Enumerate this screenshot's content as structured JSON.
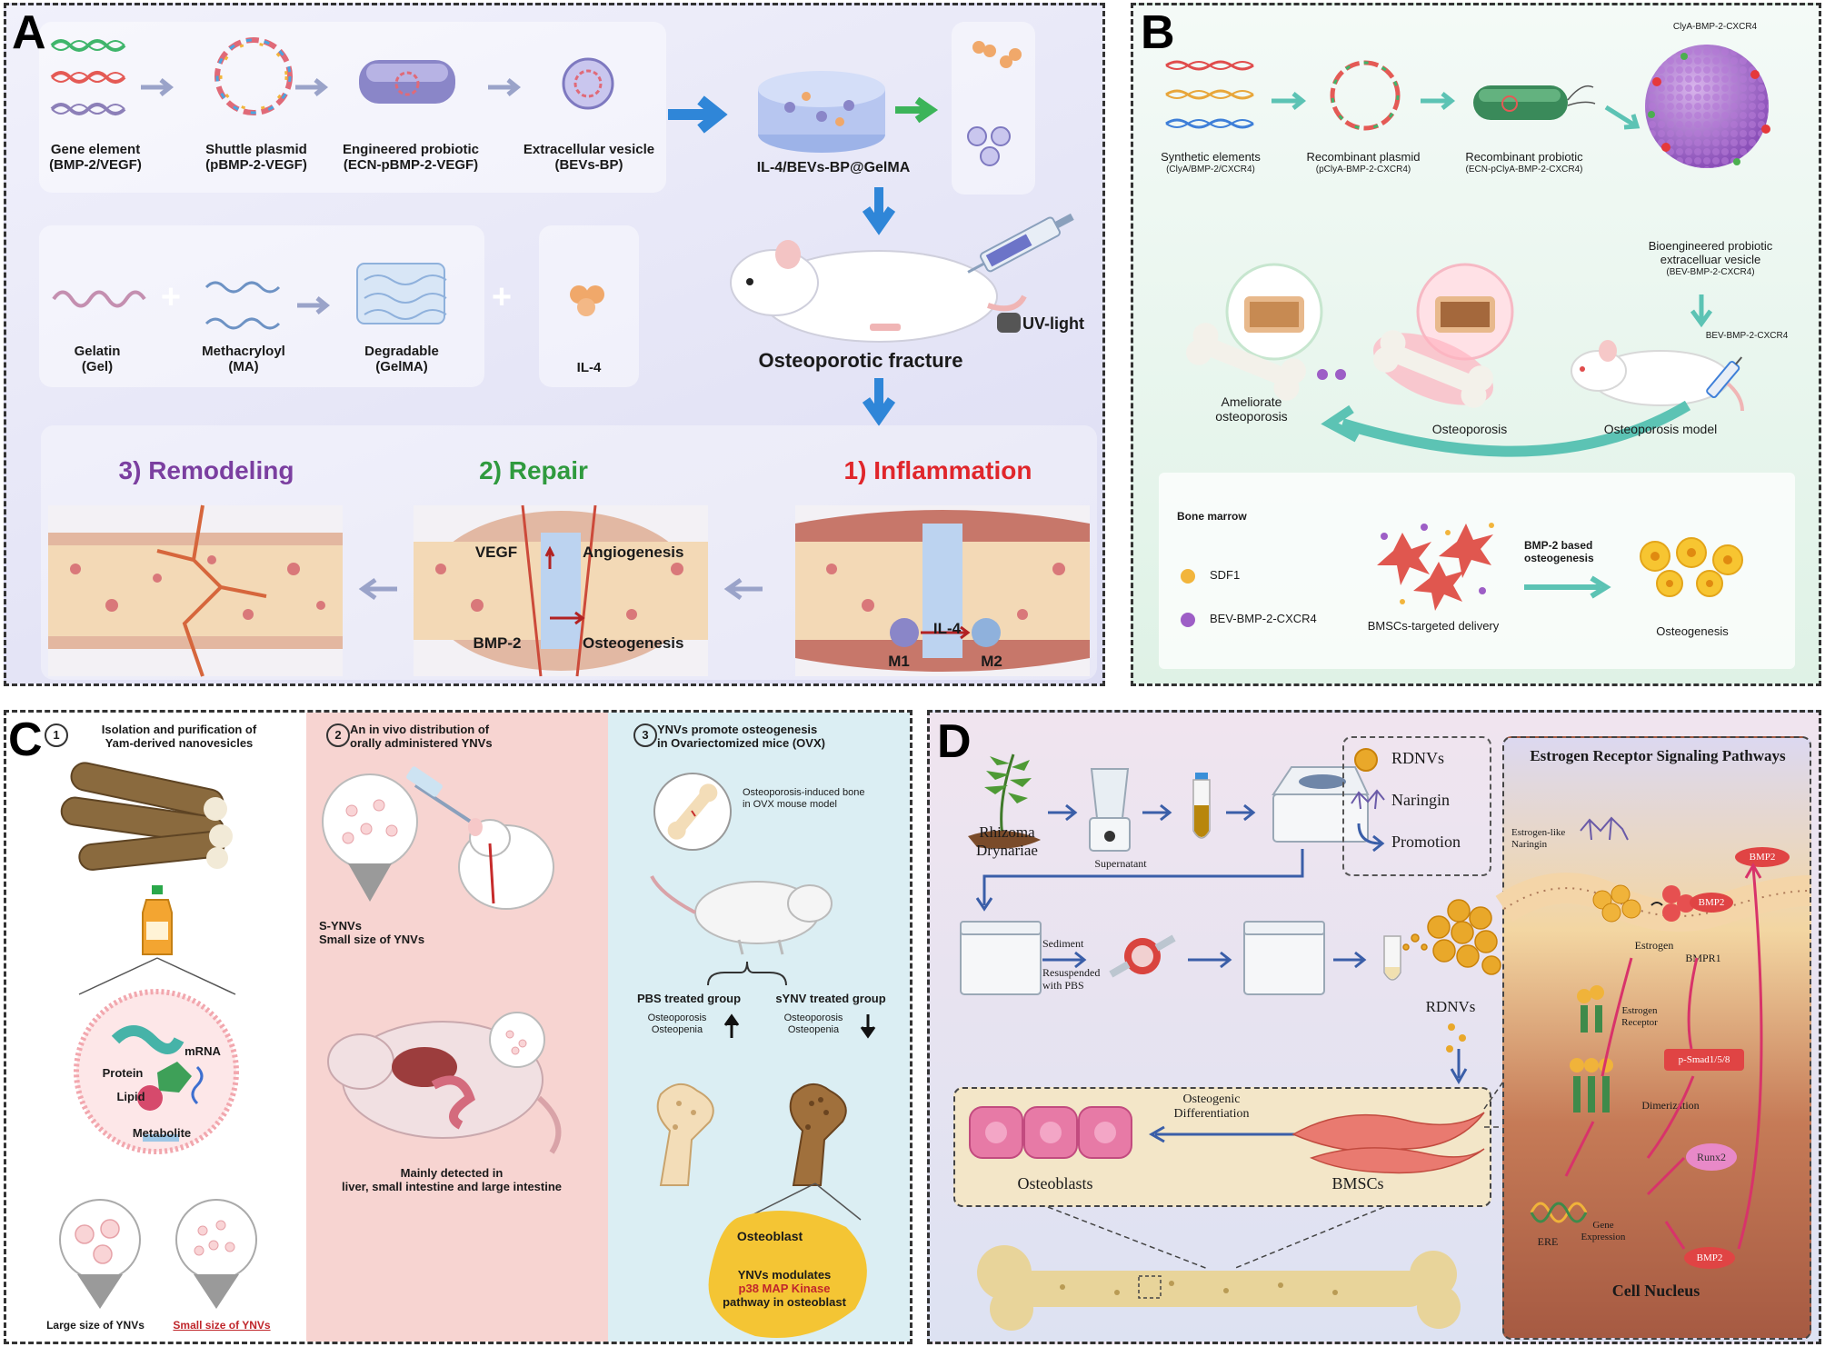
{
  "panels": {
    "a": {
      "letter": "A",
      "gene_element": [
        "Gene element",
        "(BMP-2/VEGF)"
      ],
      "shuttle_plasmid": [
        "Shuttle plasmid",
        "(pBMP-2-VEGF)"
      ],
      "engineered_probiotic": [
        "Engineered probiotic",
        "(ECN-pBMP-2-VEGF)"
      ],
      "extracellular_vesicle": [
        "Extracellular vesicle",
        "(BEVs-BP)"
      ],
      "hydrogel": "IL-4/BEVs-BP@GelMA",
      "gelatin": [
        "Gelatin",
        "(Gel)"
      ],
      "methacryloyl": [
        "Methacryloyl",
        "(MA)"
      ],
      "degradable": [
        "Degradable",
        "(GelMA)"
      ],
      "il4": "IL-4",
      "uv_light": "UV-light",
      "fracture": "Osteoporotic fracture",
      "stage3": "3) Remodeling",
      "stage2": "2) Repair",
      "stage1": "1) Inflammation",
      "vegf": "VEGF",
      "angiogenesis": "Angiogenesis",
      "bmp2": "BMP-2",
      "osteogenesis": "Osteogenesis",
      "m1": "M1",
      "il4_arrow": "IL-4",
      "m2": "M2"
    },
    "b": {
      "letter": "B",
      "synthetic": [
        "Synthetic elements",
        "(ClyA/BMP-2/CXCR4)"
      ],
      "recombinant_plasmid": [
        "Recombinant plasmid",
        "(pClyA-BMP-2-CXCR4)"
      ],
      "recombinant_probiotic": [
        "Recombinant probiotic",
        "(ECN-pClyA-BMP-2-CXCR4)"
      ],
      "clya_label": "ClyA-BMP-2-CXCR4",
      "bev": [
        "Bioengineered probiotic",
        "extracelluar vesicle",
        "(BEV-BMP-2-CXCR4)"
      ],
      "bev_small": "BEV-BMP-2-CXCR4",
      "ameliorate": [
        "Ameliorate",
        "osteoporosis"
      ],
      "osteoporosis": "Osteoporosis",
      "model": "Osteoporosis model",
      "bone_marrow": "Bone marrow",
      "sdf1": "SDF1",
      "bev_legend": "BEV-BMP-2-CXCR4",
      "targeted": "BMSCs-targeted delivery",
      "bmp2_based": [
        "BMP-2 based",
        "osteogenesis"
      ],
      "osteogenesis": "Osteogenesis"
    },
    "c": {
      "letter": "C",
      "num1": "1",
      "num2": "2",
      "num3": "3",
      "step1": [
        "Isolation and purification of",
        "Yam-derived nanovesicles"
      ],
      "step2": [
        "An in vivo distribution of",
        "orally administered YNVs"
      ],
      "step3": [
        "YNVs promote osteogenesis",
        "in Ovariectomized mice (OVX)"
      ],
      "protein": "Protein",
      "mrna": "mRNA",
      "lipid": "Lipid",
      "metabolite": "Metabolite",
      "large": "Large size of YNVs",
      "small": "Small size of YNVs",
      "s_ynvs": [
        "S-YNVs",
        "Small size of YNVs"
      ],
      "detected": [
        "Mainly detected in",
        "liver, small intestine and large intestine"
      ],
      "ovx_bone": [
        "Osteoporosis-induced bone",
        "in OVX mouse model"
      ],
      "pbs": "PBS treated group",
      "synv": "sYNV treated group",
      "osteo_pair": [
        "Osteoporosis",
        "Osteopenia"
      ],
      "osteoblast": "Osteoblast",
      "modulates": [
        "YNVs modulates",
        "p38 MAP Kinase",
        "pathway in osteoblast"
      ]
    },
    "d": {
      "letter": "D",
      "rhizoma": [
        "Rhizoma",
        "Drynariae"
      ],
      "legend_rdnvs": "RDNVs",
      "legend_naringin": "Naringin",
      "legend_promotion": "Promotion",
      "supernatant": "Supernatant",
      "sediment": "Sediment",
      "resuspended": [
        "Resuspended",
        "with PBS"
      ],
      "rdnvs": "RDNVs",
      "osteogenic": [
        "Osteogenic",
        "Differentiation"
      ],
      "osteoblasts": "Osteoblasts",
      "bmscs": "BMSCs",
      "pathway_title": "Estrogen Receptor Signaling Pathways",
      "estrogen_like": [
        "Estrogen-like",
        "Naringin"
      ],
      "bmp2_a": "BMP2",
      "bmp2_b": "BMP2",
      "estrogen": "Estrogen",
      "bmpr1": "BMPR1",
      "estrogen_receptor": [
        "Estrogen",
        "Receptor"
      ],
      "psmad": "p-Smad1/5/8",
      "dimerization": "Dimerization",
      "runx2": "Runx2",
      "ere": "ERE",
      "gene_expression": [
        "Gene",
        "Expression"
      ],
      "bmp2_c": "BMP2",
      "nucleus": "Cell Nucleus"
    }
  },
  "colors": {
    "panel_a_bg": "#e8e8f7",
    "panel_b_bg": "#e6f4ec",
    "panel_c_step2_bg": "#f7d4d1",
    "panel_c_step3_bg": "#dbeef3",
    "panel_d_bg": "#ece4f2",
    "inflammation_red": "#e0262b",
    "repair_green": "#2f9a3e",
    "remodeling_purple": "#7b3fa0",
    "arrow_blue": "#2f86d8",
    "teal": "#5cc3b4"
  }
}
